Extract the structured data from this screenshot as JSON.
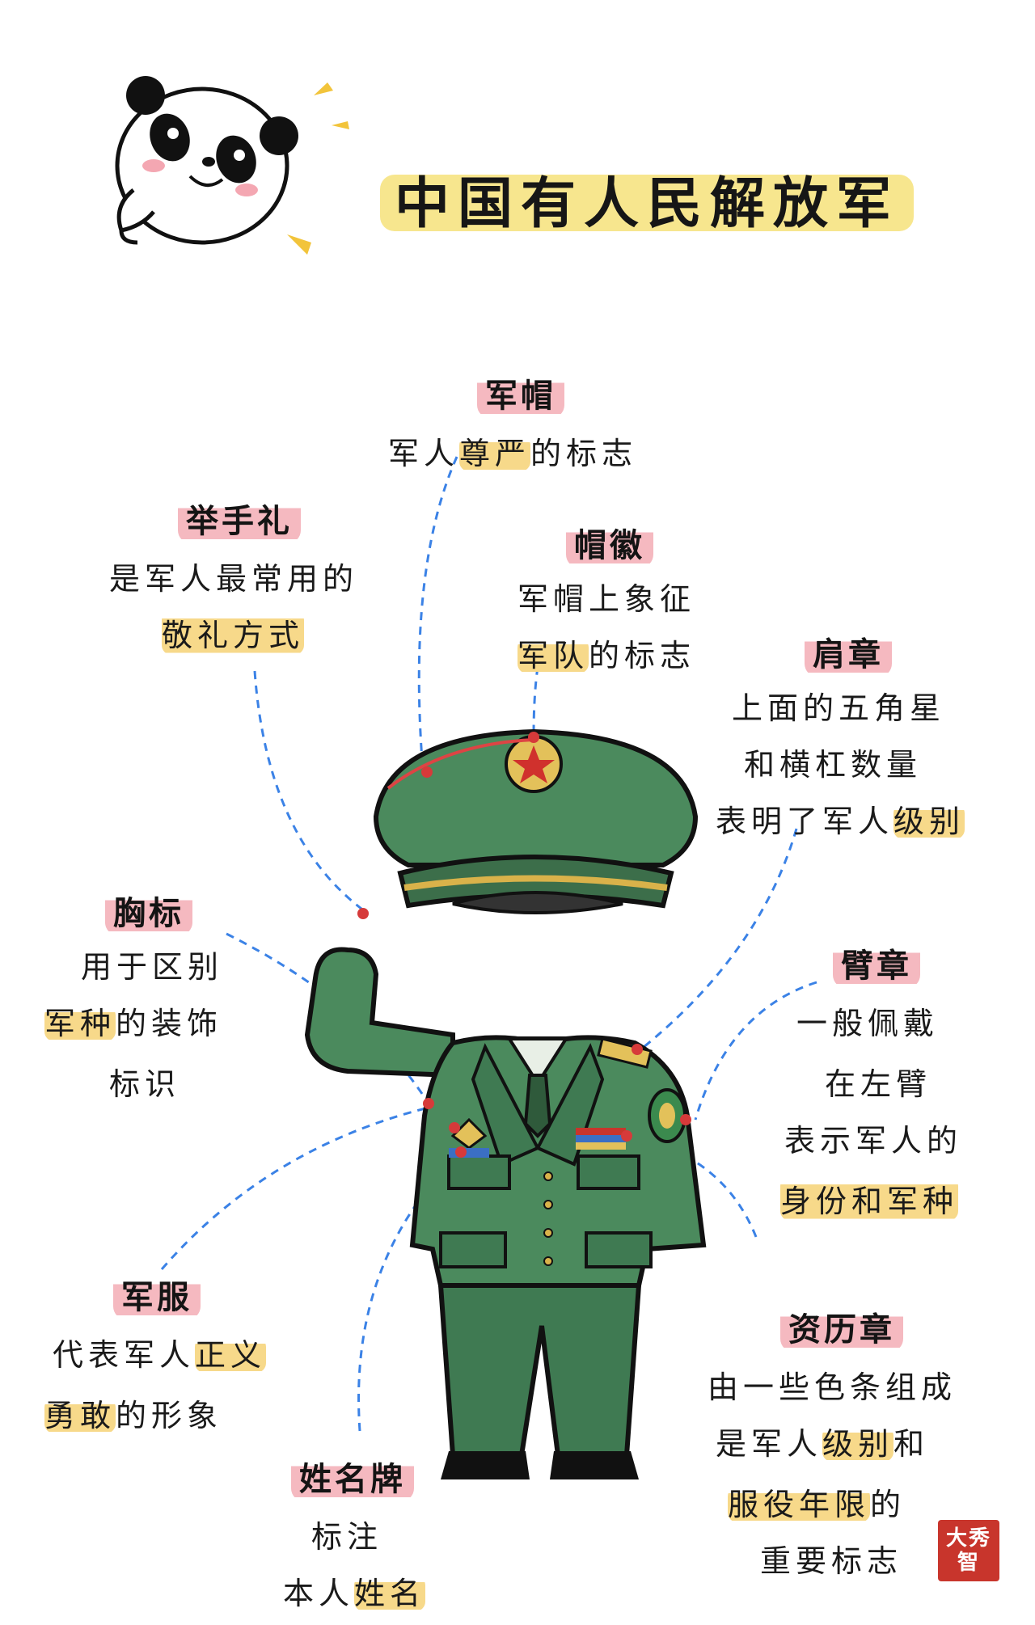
{
  "title": "中国有人民解放军",
  "seal_text": "大秀智",
  "colors": {
    "uniform_green": "#3f7a52",
    "title_highlight": "#f6e27a",
    "heading_highlight": "#f5b9c0",
    "keyword_highlight": "#f7d98a",
    "connector_line": "#3b82e6",
    "pointer_dot": "#d63a3a"
  },
  "annotations": {
    "cap": {
      "heading": "军帽",
      "lines": [
        "军人",
        "尊严",
        "的标志"
      ]
    },
    "salute": {
      "heading": "举手礼",
      "line1": "是军人最常用的",
      "line2": "敬礼方式"
    },
    "cap_badge": {
      "heading": "帽徽",
      "line1": "军帽上象征",
      "line2a": "军队",
      "line2b": "的标志"
    },
    "shoulder": {
      "heading": "肩章",
      "line1": "上面的五角星",
      "line2": "和横杠数量",
      "line3a": "表明了军人",
      "line3b": "级别"
    },
    "chest": {
      "heading": "胸标",
      "line1": "用于区别",
      "line2a": "军种",
      "line2b": "的装饰",
      "line3": "标识"
    },
    "armband": {
      "heading": "臂章",
      "line1": "一般佩戴",
      "line2": "在左臂",
      "line3": "表示军人的",
      "line4": "身份和军种"
    },
    "uniform": {
      "heading": "军服",
      "line1a": "代表军人",
      "line1b": "正义",
      "line2a": "勇敢",
      "line2b": "的形象"
    },
    "service": {
      "heading": "资历章",
      "line1": "由一些色条组成",
      "line2a": "是军人",
      "line2b": "级别",
      "line2c": "和",
      "line3a": "服役年限",
      "line3b": "的",
      "line4": "重要标志"
    },
    "nameplate": {
      "heading": "姓名牌",
      "line1": "标注",
      "line2a": "本人",
      "line2b": "姓名"
    }
  }
}
